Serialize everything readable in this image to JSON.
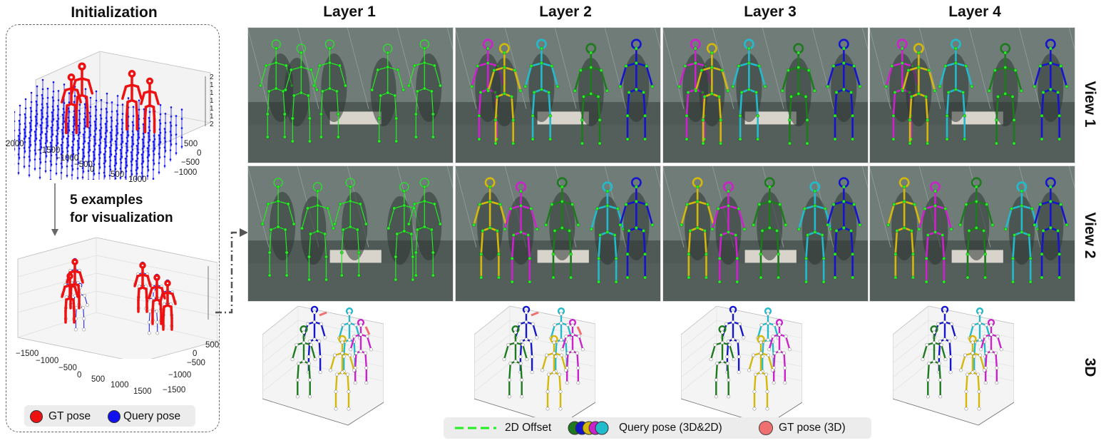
{
  "init": {
    "title": "Initialization",
    "examples_note_line1": "5 examples",
    "examples_note_line2": "for visualization",
    "top_plot_ticks_x": [
      "2000",
      "−1500",
      "−1000",
      "−500",
      "0",
      "500",
      "1000"
    ],
    "top_plot_ticks_y": [
      "500",
      "0",
      "−500",
      "−1000"
    ],
    "top_plot_ticks_z": [
      "2",
      "1",
      "1",
      "1",
      "1",
      "1",
      "2"
    ],
    "bottom_plot_ticks_x": [
      "−1500",
      "−1000",
      "−500",
      "0",
      "500",
      "1000",
      "1500"
    ],
    "bottom_plot_ticks_y": [
      "500",
      "0",
      "−500",
      "−1000",
      "−1500"
    ],
    "legend_gt": "GT pose",
    "legend_query": "Query pose"
  },
  "layers": [
    "Layer 1",
    "Layer 2",
    "Layer 3",
    "Layer 4"
  ],
  "rows": [
    "View 1",
    "View 2",
    "3D"
  ],
  "bottom_legend": {
    "offset": "2D Offset",
    "query": "Query pose (3D&2D)",
    "gt": "GT pose (3D)"
  },
  "colors": {
    "gt": "#ee1111",
    "query": "#1111ee",
    "offset": "#22ee22",
    "person_green": "#1e7a1e",
    "person_blue": "#1515cc",
    "person_yellow": "#d4b80a",
    "person_magenta": "#cc22cc",
    "person_cyan": "#22bbcc",
    "gt_pink": "#f07070"
  }
}
